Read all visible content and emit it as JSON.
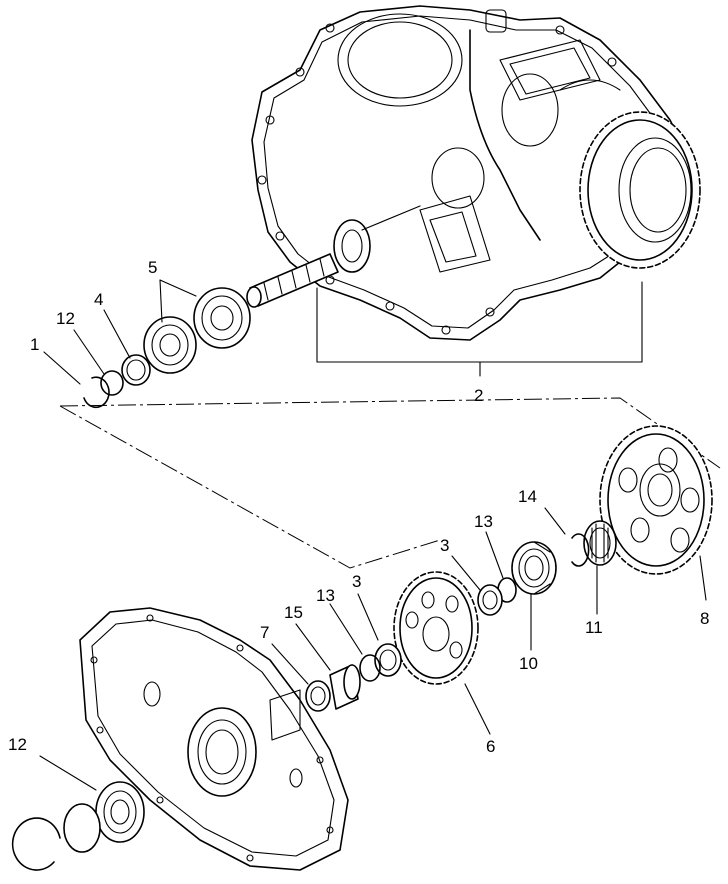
{
  "callouts": {
    "c1": "1",
    "c2": "2",
    "c3a": "3",
    "c3b": "3",
    "c4": "4",
    "c5": "5",
    "c6": "6",
    "c7": "7",
    "c8": "8",
    "c10": "10",
    "c11": "11",
    "c12a": "12",
    "c12b": "12",
    "c13a": "13",
    "c13b": "13",
    "c14": "14",
    "c15": "15"
  }
}
